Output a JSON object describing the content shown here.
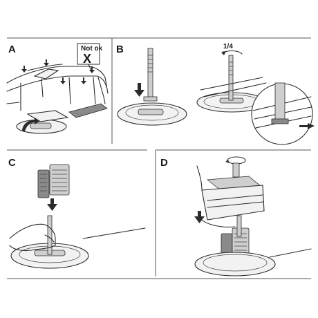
{
  "panels": {
    "a": {
      "label": "A",
      "callout": "Not ok",
      "cross": "X"
    },
    "b": {
      "label": "B",
      "turn": "1/4"
    },
    "c": {
      "label": "C"
    },
    "d": {
      "label": "D"
    }
  },
  "colors": {
    "line": "#2b2b2b",
    "frame": "#555555",
    "fill_grey": "#8a8a8a",
    "fill_light": "#cfcfcf"
  }
}
